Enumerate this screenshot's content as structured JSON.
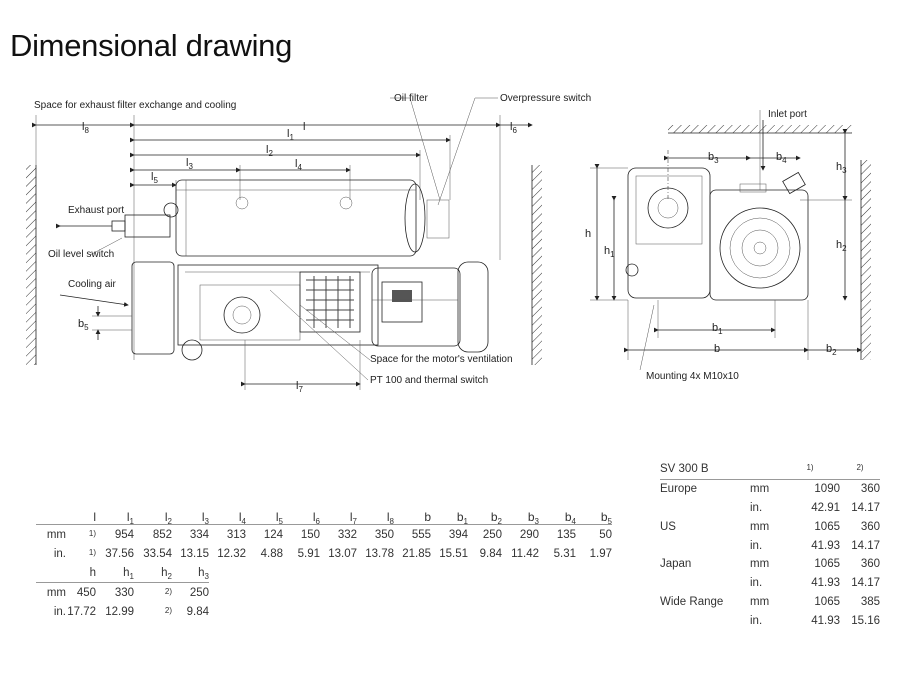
{
  "page": {
    "title": "Dimensional drawing"
  },
  "callouts": {
    "space_exhaust": "Space for exhaust filter exchange and cooling",
    "oil_filter": "Oil filter",
    "overpressure_switch": "Overpressure switch",
    "exhaust_port": "Exhaust port",
    "oil_level_switch": "Oil level switch",
    "cooling_air": "Cooling air",
    "motor_ventilation": "Space for the motor's ventilation",
    "pt100": "PT 100 and thermal switch",
    "inlet_port": "Inlet port",
    "mounting": "Mounting 4x M10x10"
  },
  "dimension_labels": {
    "l8": "l",
    "l8_sub": "8",
    "l": "l",
    "l6": "l",
    "l6_sub": "6",
    "l1": "l",
    "l1_sub": "1",
    "l2": "l",
    "l2_sub": "2",
    "l3": "l",
    "l3_sub": "3",
    "l4": "l",
    "l4_sub": "4",
    "l5": "l",
    "l5_sub": "5",
    "b5": "b",
    "b5_sub": "5",
    "l7": "l",
    "l7_sub": "7",
    "b3": "b",
    "b3_sub": "3",
    "b4": "b",
    "b4_sub": "4",
    "h3": "h",
    "h3_sub": "3",
    "h": "h",
    "h1": "h",
    "h1_sub": "1",
    "h2": "h",
    "h2_sub": "2",
    "b1": "b",
    "b1_sub": "1",
    "b": "b",
    "b2": "b",
    "b2_sub": "2"
  },
  "dims_table": {
    "headers": [
      {
        "main": "l",
        "sub": ""
      },
      {
        "main": "l",
        "sub": "1"
      },
      {
        "main": "l",
        "sub": "2"
      },
      {
        "main": "l",
        "sub": "3"
      },
      {
        "main": "l",
        "sub": "4"
      },
      {
        "main": "l",
        "sub": "5"
      },
      {
        "main": "l",
        "sub": "6"
      },
      {
        "main": "l",
        "sub": "7"
      },
      {
        "main": "l",
        "sub": "8"
      },
      {
        "main": "b",
        "sub": ""
      },
      {
        "main": "b",
        "sub": "1"
      },
      {
        "main": "b",
        "sub": "2"
      },
      {
        "main": "b",
        "sub": "3"
      },
      {
        "main": "b",
        "sub": "4"
      },
      {
        "main": "b",
        "sub": "5"
      }
    ],
    "rows": [
      {
        "unit": "mm",
        "values": [
          "1)",
          "954",
          "852",
          "334",
          "313",
          "124",
          "150",
          "332",
          "350",
          "555",
          "394",
          "250",
          "290",
          "135",
          "50"
        ]
      },
      {
        "unit": "in.",
        "values": [
          "1)",
          "37.56",
          "33.54",
          "13.15",
          "12.32",
          "4.88",
          "5.91",
          "13.07",
          "13.78",
          "21.85",
          "15.51",
          "9.84",
          "11.42",
          "5.31",
          "1.97"
        ]
      }
    ],
    "h_headers": [
      {
        "main": "h",
        "sub": ""
      },
      {
        "main": "h",
        "sub": "1"
      },
      {
        "main": "h",
        "sub": "2"
      },
      {
        "main": "h",
        "sub": "3"
      }
    ],
    "h_rows": [
      {
        "unit": "mm",
        "values": [
          "450",
          "330",
          "2)",
          "250"
        ]
      },
      {
        "unit": "in.",
        "values": [
          "17.72",
          "12.99",
          "2)",
          "9.84"
        ]
      }
    ]
  },
  "variant_table": {
    "model": "SV 300 B",
    "col1": "1)",
    "col2": "2)",
    "rows": [
      {
        "region": "Europe",
        "unit": "mm",
        "v1": "1090",
        "v2": "360"
      },
      {
        "region": "",
        "unit": "in.",
        "v1": "42.91",
        "v2": "14.17"
      },
      {
        "region": "US",
        "unit": "mm",
        "v1": "1065",
        "v2": "360"
      },
      {
        "region": "",
        "unit": "in.",
        "v1": "41.93",
        "v2": "14.17"
      },
      {
        "region": "Japan",
        "unit": "mm",
        "v1": "1065",
        "v2": "360"
      },
      {
        "region": "",
        "unit": "in.",
        "v1": "41.93",
        "v2": "14.17"
      },
      {
        "region": "Wide Range",
        "unit": "mm",
        "v1": "1065",
        "v2": "385"
      },
      {
        "region": "",
        "unit": "in.",
        "v1": "41.93",
        "v2": "15.16"
      }
    ]
  }
}
